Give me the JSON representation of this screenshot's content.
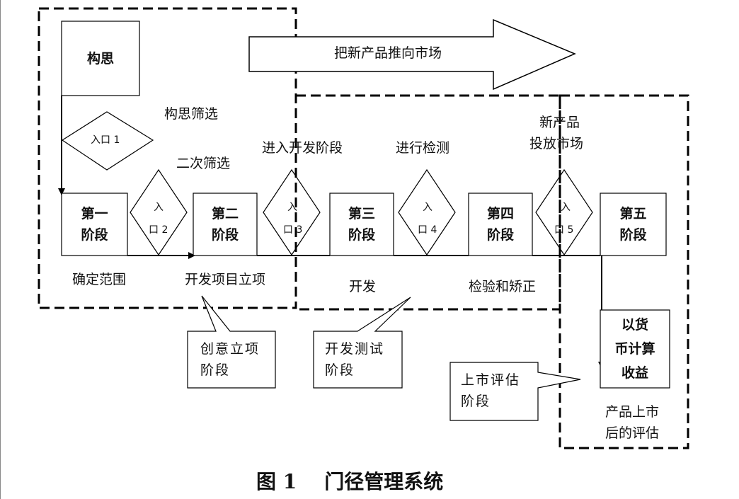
{
  "boxes": {
    "concept": "构思",
    "stage1": "第一\n阶段",
    "stage2": "第二\n阶段",
    "stage3": "第三\n阶段",
    "stage4": "第四\n阶段",
    "stage5": "第五\n阶段",
    "cash": "以货\n币计算\n收益"
  },
  "gates": {
    "gate1": "入口 1",
    "gate2_top": "入",
    "gate2_bottom": "口 2",
    "gate3_top": "入",
    "gate3_bottom": "口 3",
    "gate4_top": "入",
    "gate4_bottom": "口 4",
    "gate5_top": "入",
    "gate5_bottom": "口 5"
  },
  "arrow_banner": "把新产品推向市场",
  "labels": {
    "concept_screen": "构思筛选",
    "second_screen": "二次筛选",
    "enter_dev": "进入开发阶段",
    "testing": "进行检测",
    "new_product": "新产品",
    "launch_market": "投放市场",
    "define_scope": "确定范围",
    "project_approval": "开发项目立项",
    "development": "开发",
    "inspect_correct": "检验和矫正",
    "post_launch_eval": "产品上市\n后的评估"
  },
  "callouts": {
    "creative": "创意立项\n阶段",
    "dev_test": "开发测试\n阶段",
    "market_eval": "上市评估\n阶段"
  },
  "caption": "图 1    门径管理系统"
}
